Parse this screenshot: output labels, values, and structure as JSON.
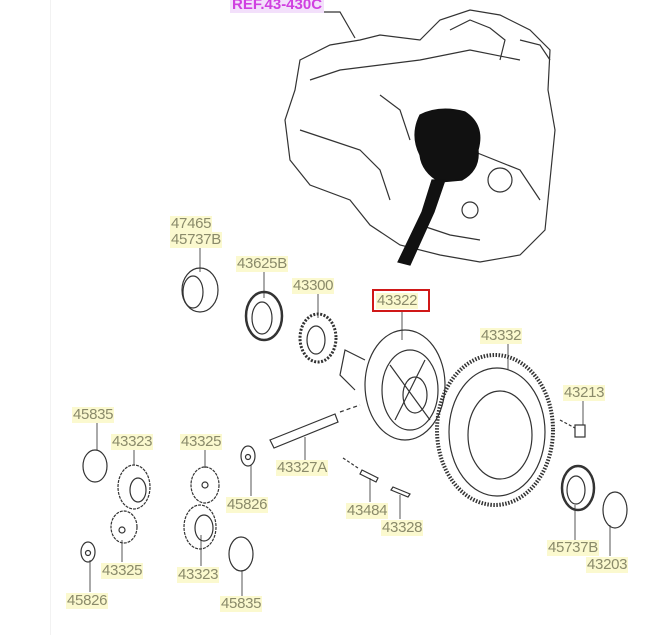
{
  "reference": {
    "label": "REF.43-430C",
    "color": "#d040e0"
  },
  "highlight": {
    "part": "43322",
    "color": "#d01818"
  },
  "parts": [
    {
      "id": "p1",
      "label": "47465"
    },
    {
      "id": "p2",
      "label": "45737B"
    },
    {
      "id": "p3",
      "label": "43625B"
    },
    {
      "id": "p4",
      "label": "43300"
    },
    {
      "id": "p5",
      "label": "43322"
    },
    {
      "id": "p6",
      "label": "43332"
    },
    {
      "id": "p7",
      "label": "43213"
    },
    {
      "id": "p8",
      "label": "45835"
    },
    {
      "id": "p9",
      "label": "43323"
    },
    {
      "id": "p10",
      "label": "43325"
    },
    {
      "id": "p11",
      "label": "45826"
    },
    {
      "id": "p12",
      "label": "43327A"
    },
    {
      "id": "p13",
      "label": "43484"
    },
    {
      "id": "p14",
      "label": "43328"
    },
    {
      "id": "p15",
      "label": "45737B"
    },
    {
      "id": "p16",
      "label": "43203"
    },
    {
      "id": "p17",
      "label": "43325"
    },
    {
      "id": "p18",
      "label": "43323"
    },
    {
      "id": "p19",
      "label": "45826"
    },
    {
      "id": "p20",
      "label": "45835"
    }
  ]
}
